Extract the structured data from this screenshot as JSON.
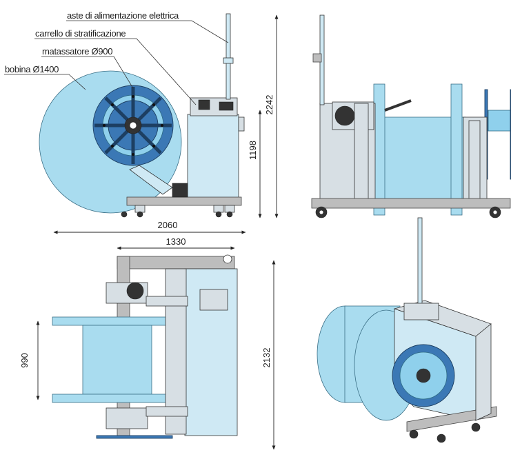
{
  "labels": {
    "power_pole": "aste di alimentazione elettrica",
    "layering_carriage": "carrello di stratificazione",
    "coiler": "matassatore Ø900",
    "reel": "bobina Ø1400"
  },
  "dimensions": {
    "total_height": "2242",
    "frame_height": "1198",
    "total_length": "2060",
    "top_width": "1330",
    "reel_width": "990",
    "top_length": "2132"
  },
  "colors": {
    "reel_fill": "#a9dcef",
    "coiler_fill": "#3b78b5",
    "body_fill": "#cfe9f4",
    "rail_fill": "#bdbdbd"
  }
}
